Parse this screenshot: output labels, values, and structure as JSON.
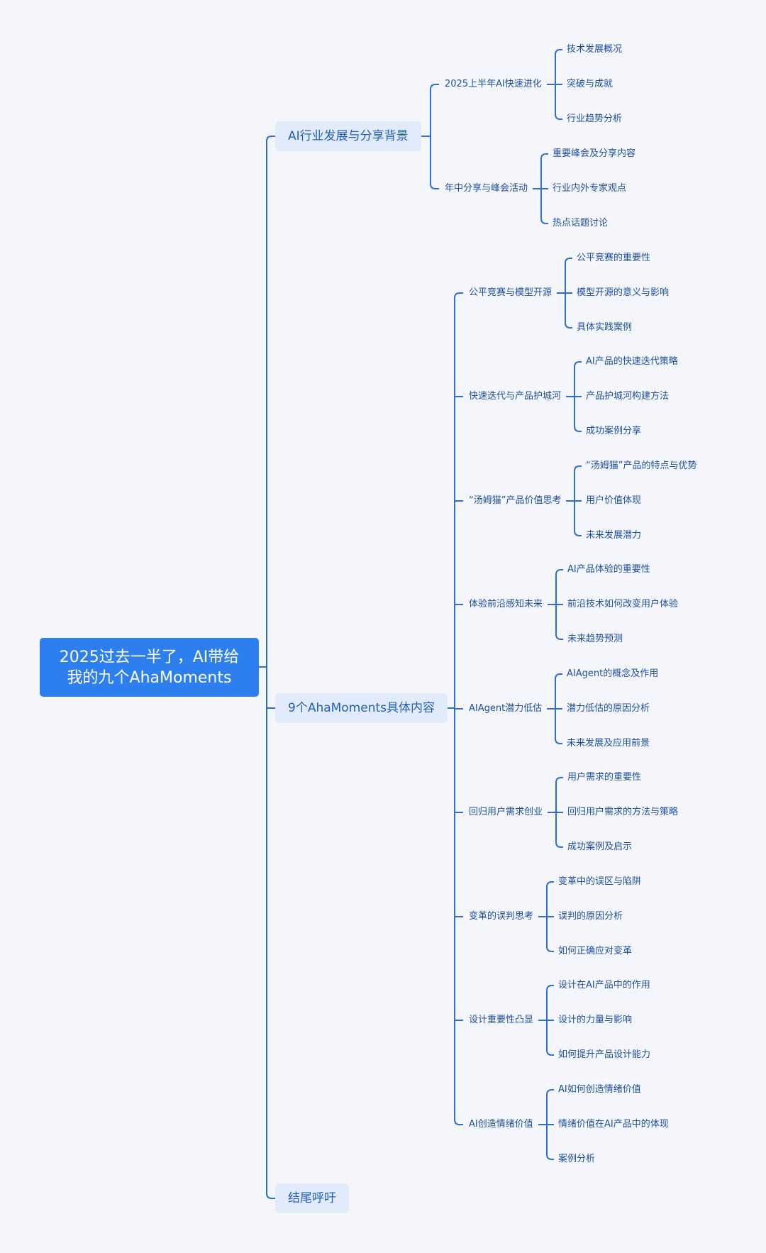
{
  "colors": {
    "background": "#f4f6fb",
    "root_fill": "#2d7ff0",
    "root_text": "#ffffff",
    "branch_fill": "#e2ebfb",
    "branch_text": "#1f5fbf",
    "line": "#2f6fd0",
    "leaf_text": "#1d4fa0"
  },
  "root": {
    "line1": "2025过去一半了，AI带给",
    "line2": "我的九个AhaMoments"
  },
  "branches": [
    {
      "label": "AI行业发展与分享背景",
      "children": [
        {
          "label": "2025上半年AI快速进化",
          "children": [
            "技术发展概况",
            "突破与成就",
            "行业趋势分析"
          ]
        },
        {
          "label": "年中分享与峰会活动",
          "children": [
            "重要峰会及分享内容",
            "行业内外专家观点",
            "热点话题讨论"
          ]
        }
      ]
    },
    {
      "label": "9个AhaMoments具体内容",
      "children": [
        {
          "label": "公平竞赛与模型开源",
          "children": [
            "公平竞赛的重要性",
            "模型开源的意义与影响",
            "具体实践案例"
          ]
        },
        {
          "label": "快速迭代与产品护城河",
          "children": [
            "AI产品的快速迭代策略",
            "产品护城河构建方法",
            "成功案例分享"
          ]
        },
        {
          "label": "“汤姆猫”产品价值思考",
          "children": [
            "“汤姆猫”产品的特点与优势",
            "用户价值体现",
            "未来发展潜力"
          ]
        },
        {
          "label": "体验前沿感知未来",
          "children": [
            "AI产品体验的重要性",
            "前沿技术如何改变用户体验",
            "未来趋势预测"
          ]
        },
        {
          "label": "AIAgent潜力低估",
          "children": [
            "AIAgent的概念及作用",
            "潜力低估的原因分析",
            "未来发展及应用前景"
          ]
        },
        {
          "label": "回归用户需求创业",
          "children": [
            "用户需求的重要性",
            "回归用户需求的方法与策略",
            "成功案例及启示"
          ]
        },
        {
          "label": "变革的误判思考",
          "children": [
            "变革中的误区与陷阱",
            "误判的原因分析",
            "如何正确应对变革"
          ]
        },
        {
          "label": "设计重要性凸显",
          "children": [
            "设计在AI产品中的作用",
            "设计的力量与影响",
            "如何提升产品设计能力"
          ]
        },
        {
          "label": "AI创造情绪价值",
          "children": [
            "AI如何创造情绪价值",
            "情绪价值在AI产品中的体现",
            "案例分析"
          ]
        }
      ]
    },
    {
      "label": "结尾呼吁",
      "children": []
    }
  ]
}
